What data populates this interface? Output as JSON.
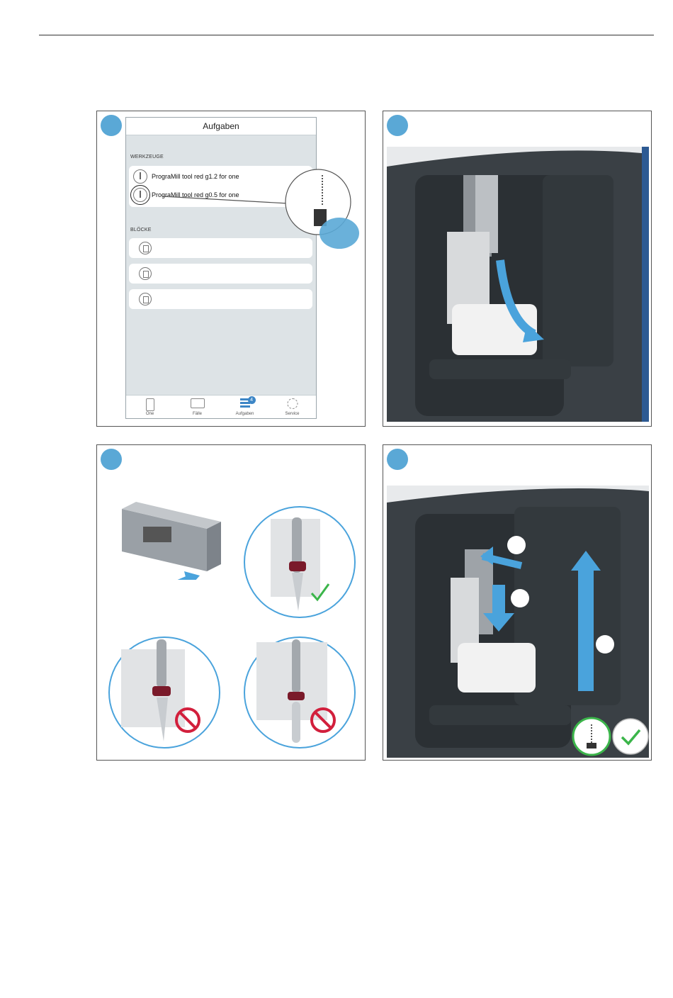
{
  "app": {
    "title": "Aufgaben",
    "sections": {
      "tools_label": "WERKZEUGE",
      "blocks_label": "BLÖCKE"
    },
    "tools": [
      {
        "label": "PrograMill tool red g1.2 for one",
        "icon": "tool-icon"
      },
      {
        "label": "PrograMill tool red g0.5 for one",
        "icon": "tool-icon"
      }
    ],
    "blocks": [
      {
        "icon": "block-icon"
      },
      {
        "icon": "block-icon"
      },
      {
        "icon": "block-icon"
      }
    ],
    "tabs": [
      {
        "label": "One",
        "icon": "device-icon"
      },
      {
        "label": "Fälle",
        "icon": "cases-icon"
      },
      {
        "label": "Aufgaben",
        "icon": "tasks-icon",
        "badge": "4"
      },
      {
        "label": "Service",
        "icon": "gears-icon"
      }
    ]
  },
  "colors": {
    "step_dot": "#5aa8d6",
    "arrow_blue": "#4aa3dc",
    "machine_dark": "#3a4045",
    "forbidden_red": "#d21f3c",
    "check_green": "#3bb54a",
    "ring_dark_red": "#7a1a2a"
  }
}
